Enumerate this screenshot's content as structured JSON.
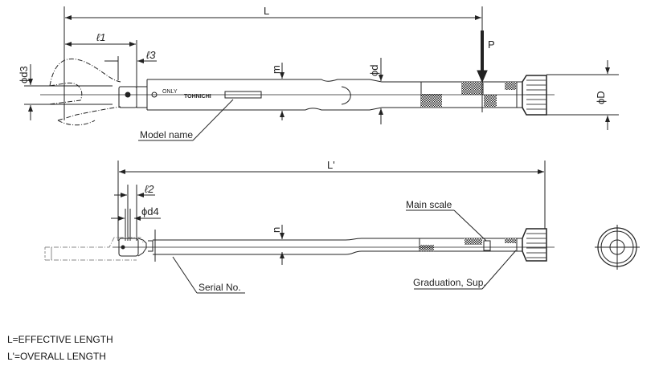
{
  "dimensions": {
    "L": "L",
    "L_prime": "L'",
    "l1": "ℓ1",
    "l2": "ℓ2",
    "l3": "ℓ3",
    "d3": "ϕd3",
    "d4": "ϕd4",
    "d": "ϕd",
    "D": "ϕD",
    "m": "m",
    "n": "n",
    "P": "P"
  },
  "callouts": {
    "model_name": "Model name",
    "serial_no": "Serial No.",
    "main_scale": "Main scale",
    "graduation": "Graduation, Sup."
  },
  "markings": {
    "only": "ONLY",
    "brand": "TOHNICHI"
  },
  "legend": {
    "effective": "L=EFFECTIVE LENGTH",
    "overall": "L'=OVERALL LENGTH"
  }
}
